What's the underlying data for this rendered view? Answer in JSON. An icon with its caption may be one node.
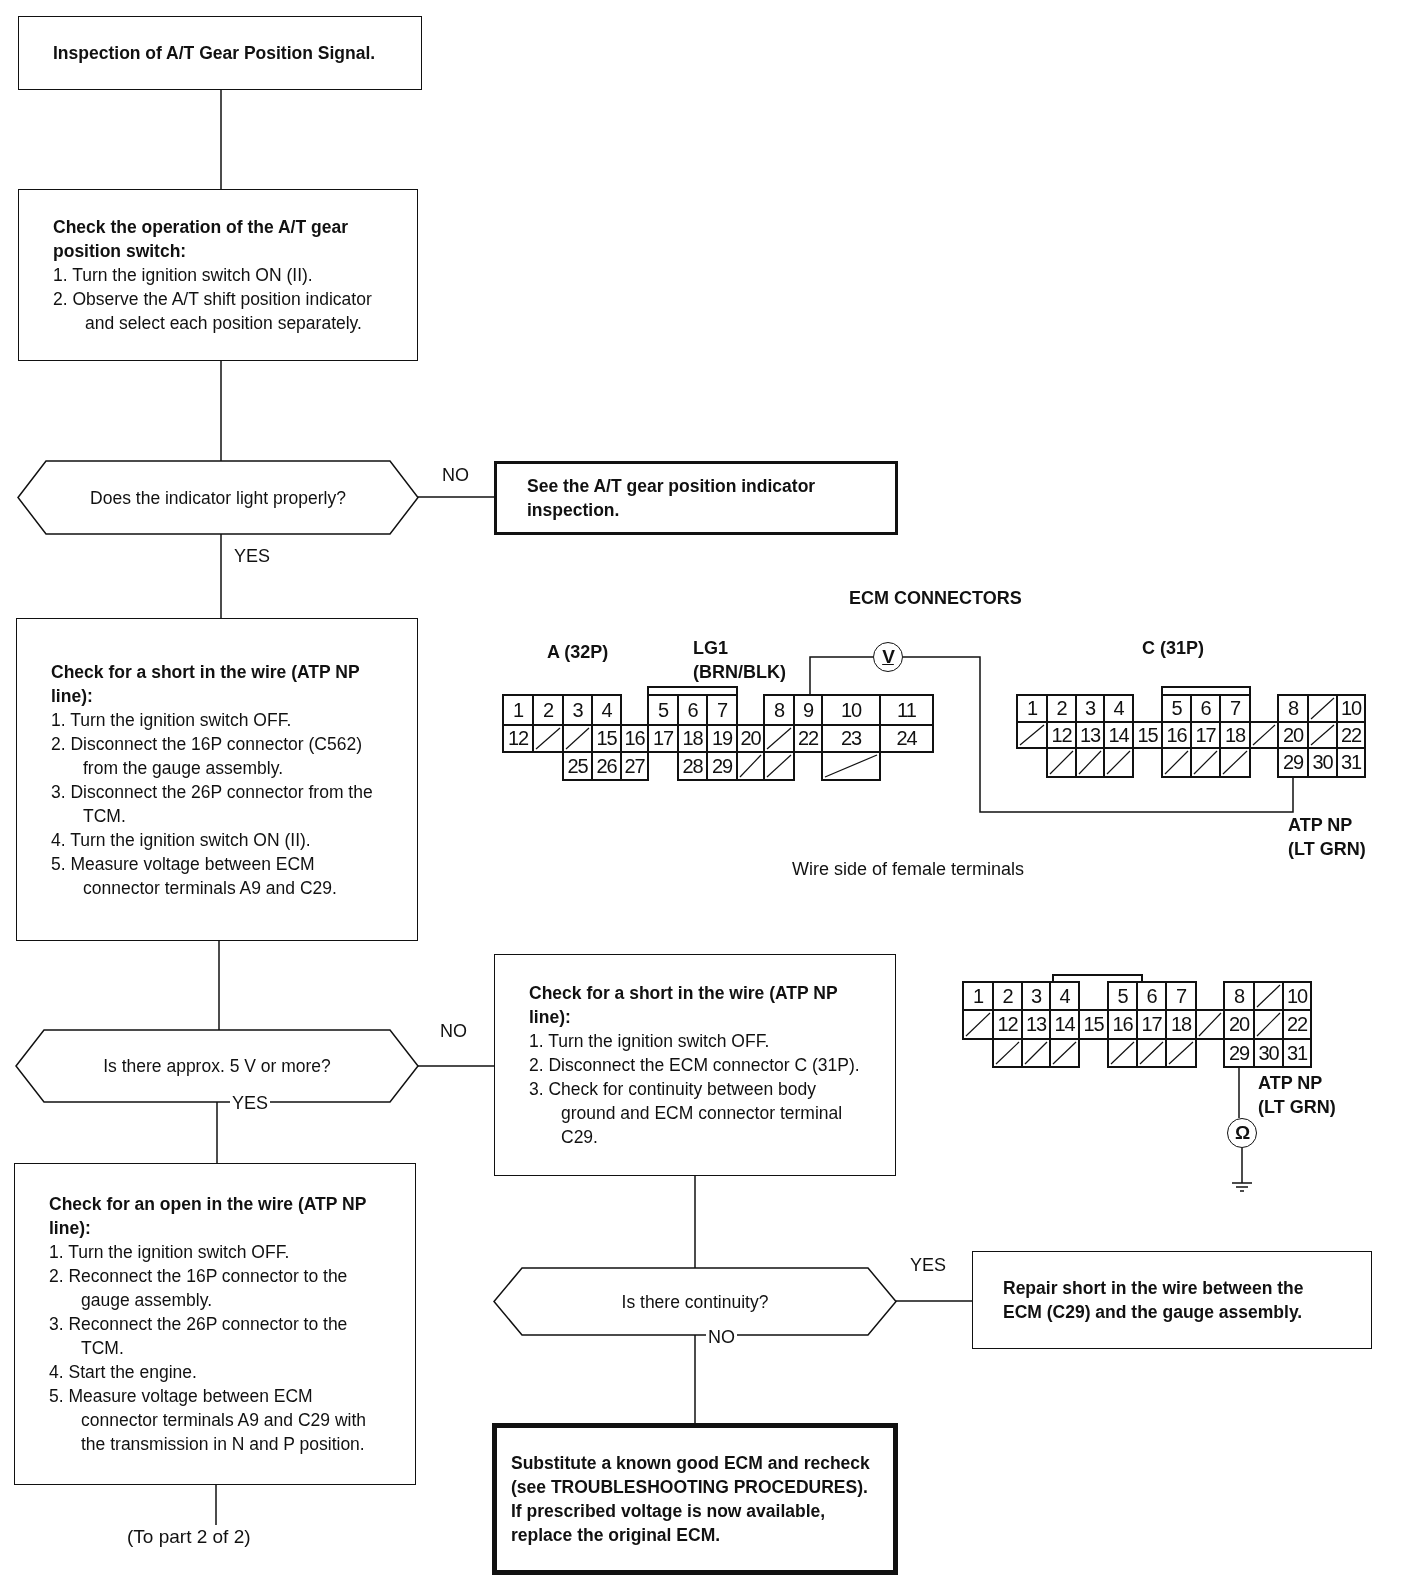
{
  "diagram": {
    "nodes": [
      {
        "text": [
          "Inspection of A/T Gear Position Signal."
        ]
      },
      {
        "text": [
          "Check the operation of the A/T gear position switch:",
          "1. Turn the ignition switch ON (II).",
          "2. Observe the A/T shift position indicator and select each position separately."
        ]
      },
      {
        "text": [
          "Does the indicator light properly?"
        ]
      },
      {
        "text": [
          "See the A/T gear position indicator inspection."
        ]
      },
      {
        "text": [
          "Check for a short in the wire (ATP NP line):",
          "1. Turn the ignition switch OFF.",
          "2. Disconnect the 16P connector (C562) from the gauge assembly.",
          "3. Disconnect the 26P connector from the TCM.",
          "4. Turn the ignition switch ON (II).",
          "5. Measure voltage between ECM connector terminals A9 and C29."
        ]
      },
      {
        "text": [
          "Is there approx. 5 V or more?"
        ]
      },
      {
        "text": [
          "Check for an open in the wire (ATP NP line):",
          "1. Turn the ignition switch OFF.",
          "2. Reconnect the 16P connector to the gauge assembly.",
          "3. Reconnect the 26P connector to the TCM.",
          "4. Start the engine.",
          "5. Measure voltage between ECM connector terminals A9 and C29 with the transmission in N and P position."
        ]
      },
      {
        "text": [
          "Check for a short in the wire (ATP NP line):",
          "1. Turn the ignition switch OFF.",
          "2. Disconnect the ECM connector C (31P).",
          "3. Check for continuity between body ground and ECM connector terminal C29."
        ]
      },
      {
        "text": [
          "Is there continuity?"
        ]
      },
      {
        "text": [
          "Repair short in the wire between the ECM (C29) and the gauge assembly."
        ]
      },
      {
        "text": [
          "Substitute a known good ECM and recheck (see TROUBLESHOOTING PROCEDURES). If prescribed voltage is now available, replace the original ECM."
        ]
      },
      {
        "text": [
          "(To part 2 of 2)"
        ]
      },
      {
        "text": [
          "9"
        ]
      },
      {
        "text": [
          "V"
        ]
      },
      {
        "text": [
          "29"
        ]
      },
      {
        "text": [
          "29"
        ]
      },
      {
        "text": [
          "Ω"
        ]
      },
      {
        "text": [],
        "shape": "ground"
      }
    ],
    "edges": [
      {
        "from": 0,
        "to": 1,
        "arrow": "none"
      },
      {
        "from": 1,
        "to": 2,
        "arrow": "none"
      },
      {
        "from": 2,
        "to": 3,
        "arrow": "none",
        "label": "NO"
      },
      {
        "from": 2,
        "to": 4,
        "arrow": "none",
        "label": "YES"
      },
      {
        "from": 4,
        "to": 5,
        "arrow": "none"
      },
      {
        "from": 5,
        "to": 7,
        "arrow": "none",
        "label": "NO"
      },
      {
        "from": 5,
        "to": 6,
        "arrow": "none",
        "label": "YES"
      },
      {
        "from": 7,
        "to": 8,
        "arrow": "none"
      },
      {
        "from": 8,
        "to": 9,
        "arrow": "none",
        "label": "YES"
      },
      {
        "from": 8,
        "to": 10,
        "arrow": "none",
        "label": "NO"
      },
      {
        "from": 6,
        "to": 11,
        "arrow": "none"
      },
      {
        "from": 12,
        "to": 13,
        "arrow": "none"
      },
      {
        "from": 13,
        "to": 14,
        "arrow": "none"
      },
      {
        "from": 15,
        "to": 16,
        "arrow": "none"
      },
      {
        "from": 16,
        "to": 17,
        "arrow": "none"
      }
    ],
    "labels": [
      "ECM CONNECTORS",
      "A (32P)",
      "LG1 (BRN/BLK)",
      "C (31P)",
      "1",
      "2",
      "3",
      "4",
      "5",
      "6",
      "7",
      "8",
      "10",
      "11",
      "12",
      "15",
      "16",
      "17",
      "18",
      "19",
      "20",
      "22",
      "23",
      "24",
      "25",
      "26",
      "27",
      "28",
      "29",
      "1",
      "2",
      "3",
      "4",
      "5",
      "6",
      "7",
      "8",
      "10",
      "12",
      "13",
      "14",
      "15",
      "16",
      "17",
      "18",
      "20",
      "22",
      "30",
      "31",
      "ATP NP (LT GRN)",
      "Wire side of female terminals",
      "1",
      "2",
      "3",
      "4",
      "5",
      "6",
      "7",
      "8",
      "10",
      "12",
      "13",
      "14",
      "15",
      "16",
      "17",
      "18",
      "20",
      "22",
      "30",
      "31",
      "ATP NP (LT GRN)"
    ]
  }
}
